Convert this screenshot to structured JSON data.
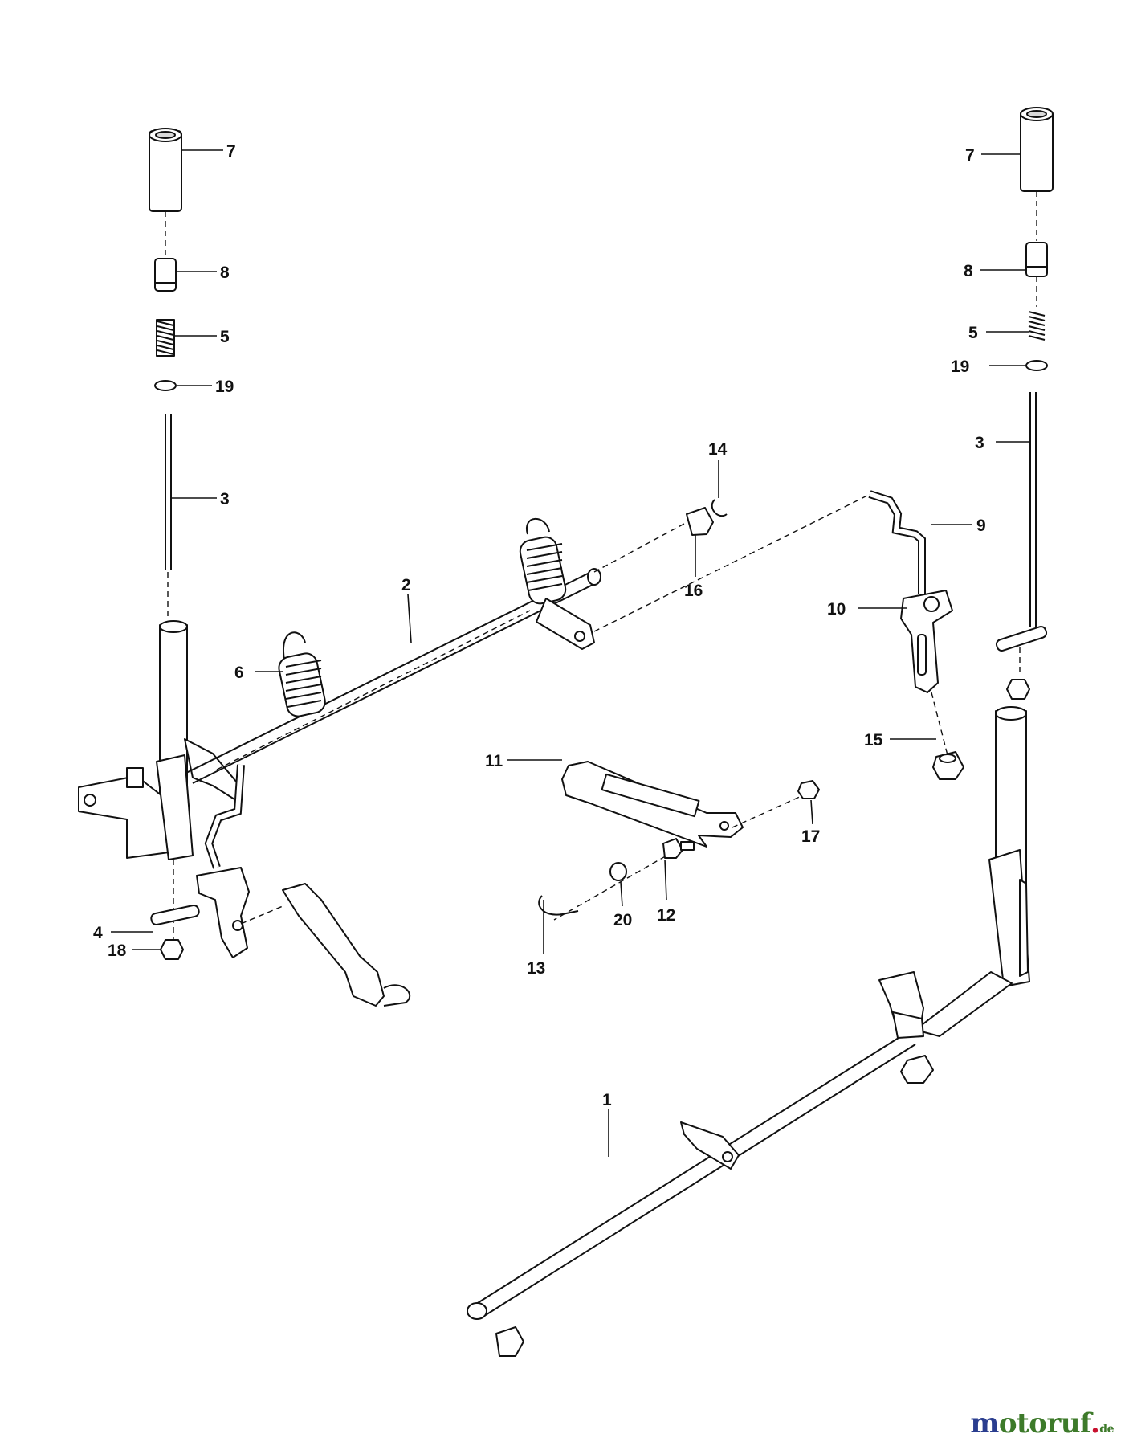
{
  "callouts": [
    {
      "id": "left-7",
      "label": "7"
    },
    {
      "id": "left-8",
      "label": "8"
    },
    {
      "id": "left-5",
      "label": "5"
    },
    {
      "id": "left-19",
      "label": "19"
    },
    {
      "id": "left-3",
      "label": "3"
    },
    {
      "id": "c-2",
      "label": "2"
    },
    {
      "id": "c-6",
      "label": "6"
    },
    {
      "id": "c-14",
      "label": "14"
    },
    {
      "id": "c-16",
      "label": "16"
    },
    {
      "id": "c-9",
      "label": "9"
    },
    {
      "id": "c-10",
      "label": "10"
    },
    {
      "id": "c-15",
      "label": "15"
    },
    {
      "id": "right-7",
      "label": "7"
    },
    {
      "id": "right-8",
      "label": "8"
    },
    {
      "id": "right-5",
      "label": "5"
    },
    {
      "id": "right-19",
      "label": "19"
    },
    {
      "id": "right-3",
      "label": "3"
    },
    {
      "id": "c-11",
      "label": "11"
    },
    {
      "id": "c-17",
      "label": "17"
    },
    {
      "id": "c-12",
      "label": "12"
    },
    {
      "id": "c-20",
      "label": "20"
    },
    {
      "id": "c-13",
      "label": "13"
    },
    {
      "id": "c-4",
      "label": "4"
    },
    {
      "id": "c-18",
      "label": "18"
    },
    {
      "id": "c-1",
      "label": "1"
    }
  ],
  "watermark": {
    "first": "m",
    "rest": "otoruf",
    "dot": ".",
    "tld": "de"
  },
  "colors": {
    "ink": "#111111",
    "watermark_blue": "#2a3d8f",
    "watermark_green": "#3d7a2a",
    "watermark_red": "#c8102e"
  }
}
